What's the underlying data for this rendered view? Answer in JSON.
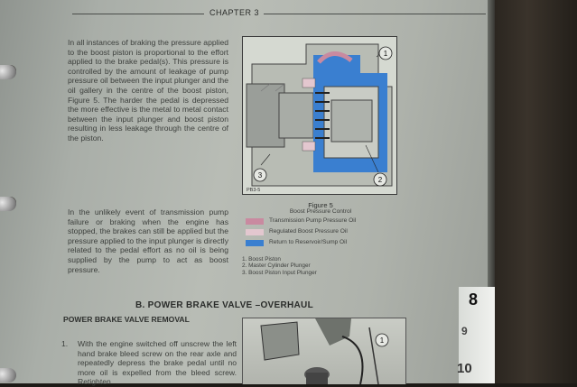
{
  "header": {
    "chapter": "CHAPTER 3"
  },
  "para1": "In all instances of braking the pressure applied to the boost piston is proportional to the effort applied to the brake pedal(s). This pressure is controlled by the amount of leakage of pump pressure oil between the input plunger and the oil gallery in the centre of the boost piston, Figure 5. The harder the pedal is depressed the more effective is the metal to metal contact between the input plunger and boost piston resulting in less leakage through the centre of the piston.",
  "para2": "In the unlikely event of transmission pump failure or braking when the engine has stopped, the brakes can still be applied but the pressure applied to the input plunger is directly related to the pedal effort as no oil is being supplied by the pump to act as boost pressure.",
  "figure": {
    "code": "PB3-5",
    "callouts": [
      "1",
      "2",
      "3"
    ],
    "title": "Figure 5",
    "subtitle": "Boost Pressure Control",
    "legend": [
      {
        "label": "Transmission Pump Pressure Oil",
        "color": "#c98aa0"
      },
      {
        "label": "Regulated Boost Pressure Oil",
        "color": "#e3c7cf"
      },
      {
        "label": "Return to Reservoir/Sump Oil",
        "color": "#3a7fd0"
      }
    ],
    "parts": [
      "1.  Boost Piston",
      "2.  Master Cylinder Plunger",
      "3.  Boost Piston Input Plunger"
    ]
  },
  "section": {
    "title": "B.  POWER BRAKE VALVE –OVERHAUL"
  },
  "subsection": {
    "title": "POWER BRAKE VALVE REMOVAL"
  },
  "step1": {
    "num": "1.",
    "text": "With the engine switched off unscrew the left hand brake bleed screw on the rear axle and repeatedly depress the brake pedal until no more oil is expelled from the bleed screw. Retighten"
  },
  "photo": {
    "callout": "1"
  },
  "tabs": [
    "8",
    "9",
    "10"
  ]
}
